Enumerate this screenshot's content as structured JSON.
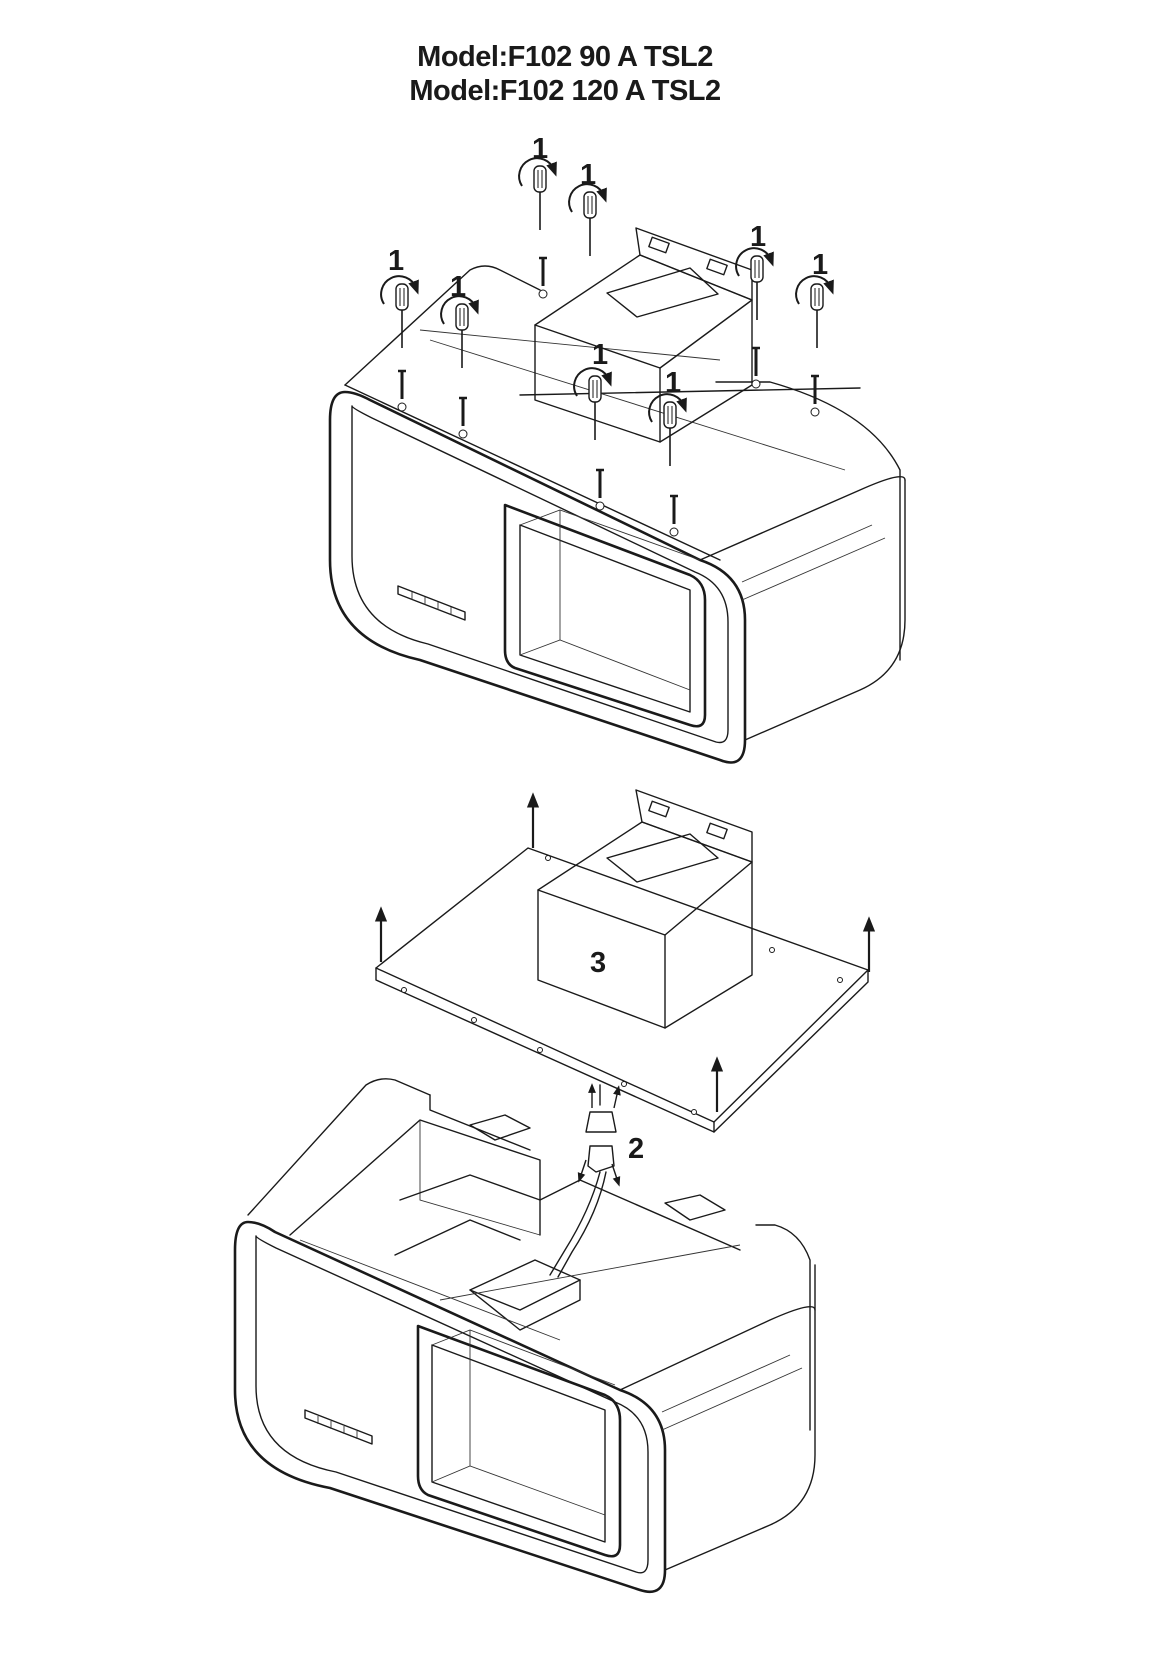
{
  "title": {
    "line1": "Model:F102 90 A  TSL2",
    "line2": "Model:F102 120 A TSL2"
  },
  "callouts": {
    "screw": "1",
    "connector": "2",
    "motor_unit": "3"
  },
  "icons": {
    "screwdriver": "screwdriver-icon",
    "rotation": "rotate-arrow-icon",
    "lift": "arrow-up-icon"
  }
}
